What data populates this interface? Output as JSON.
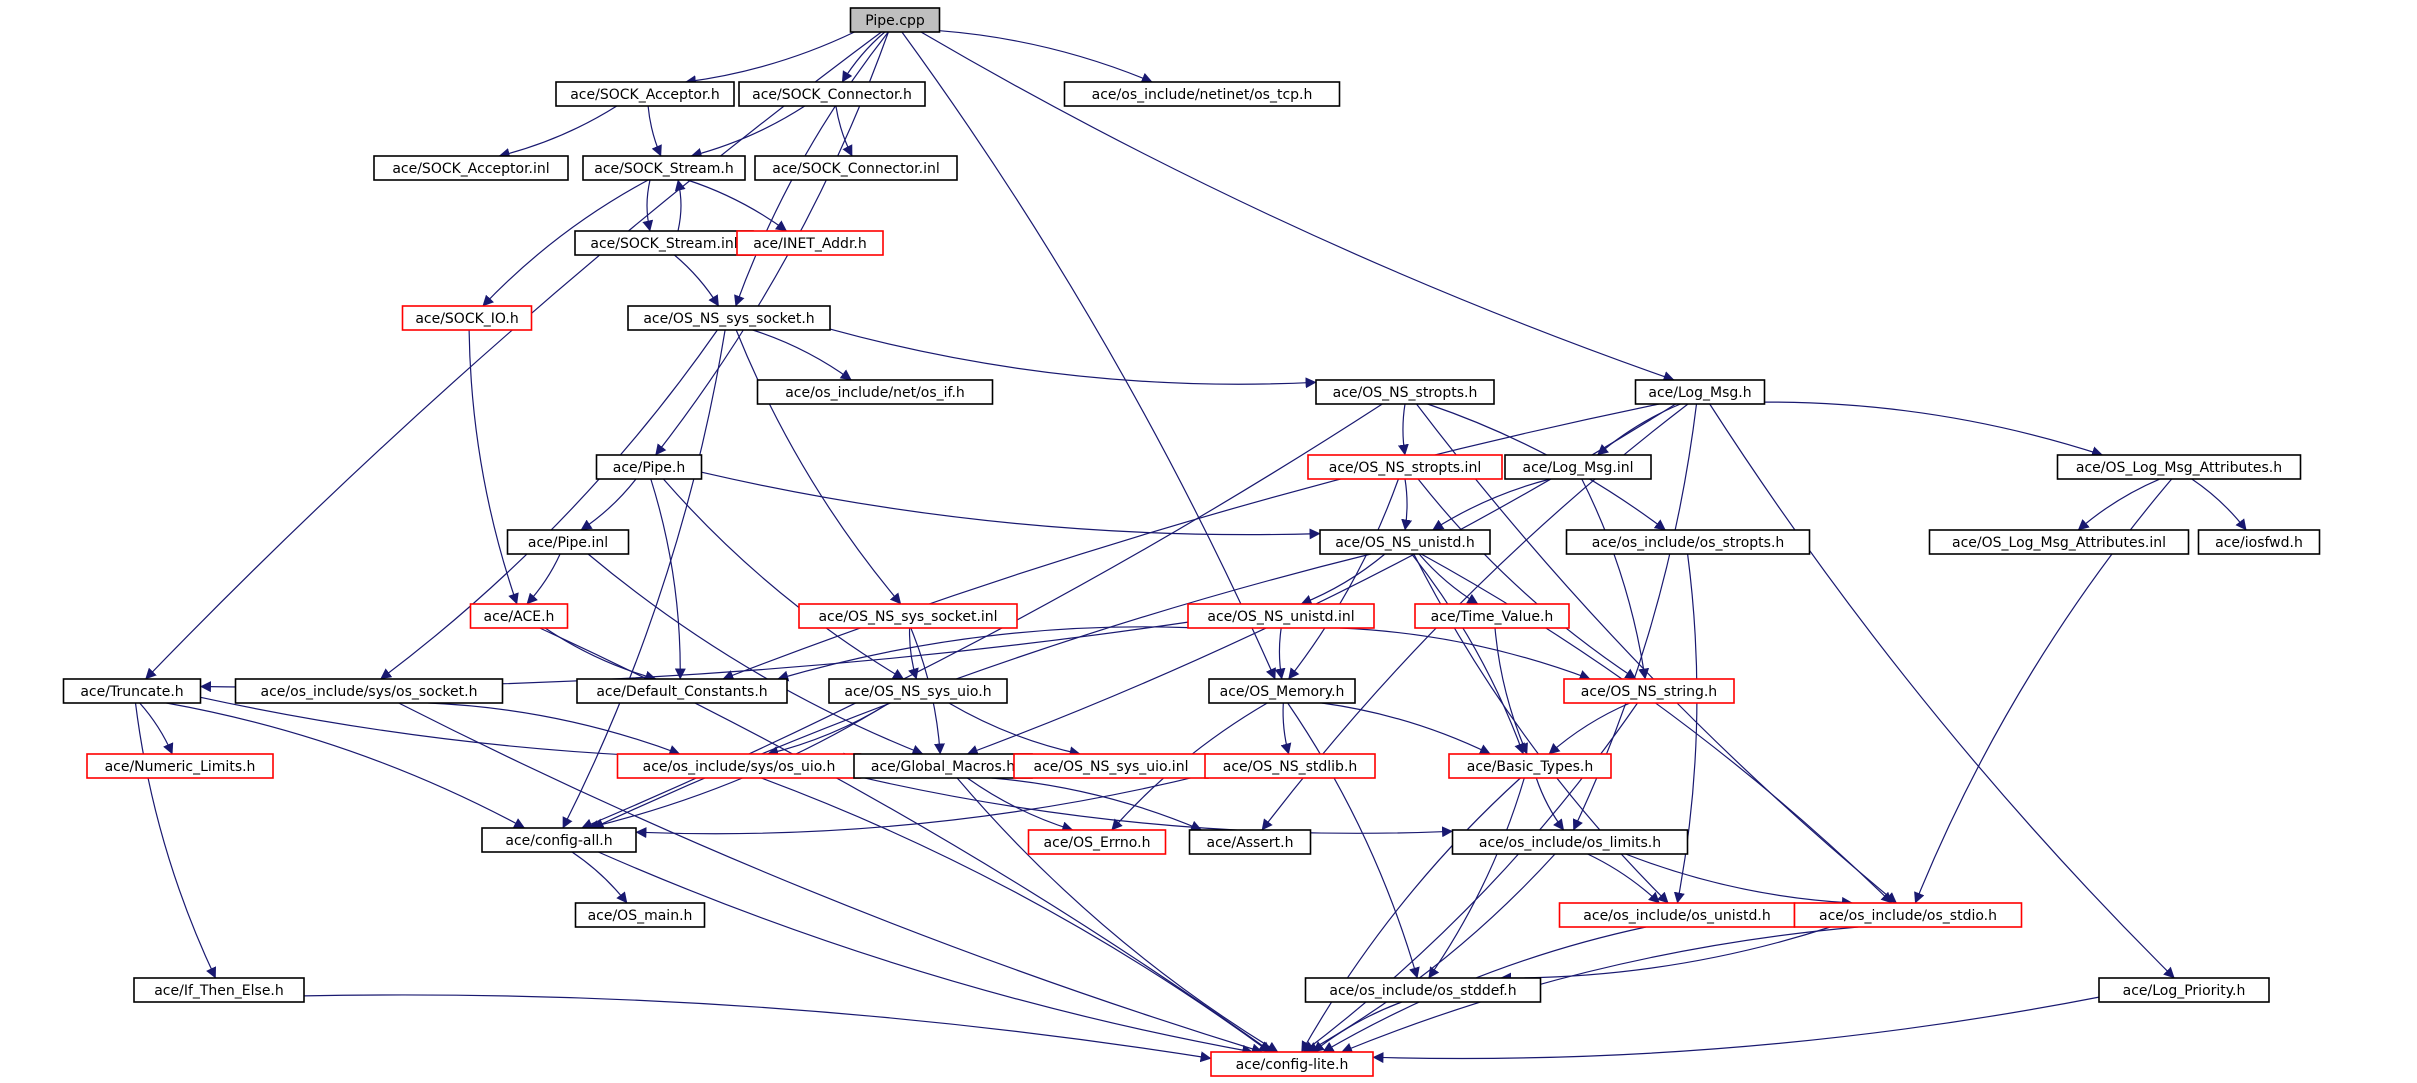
{
  "colors": {
    "edge": "#191970",
    "root_fill": "#bfbfbf",
    "root_border": "#000000",
    "node_fill": "#ffffff",
    "node_border": "#000000",
    "truncated_border": "#ff0000"
  },
  "nodes": [
    {
      "id": "pipe_cpp",
      "label": "Pipe.cpp",
      "kind": "root"
    },
    {
      "id": "sock_acceptor_h",
      "label": "ace/SOCK_Acceptor.h",
      "kind": "normal"
    },
    {
      "id": "sock_connector_h",
      "label": "ace/SOCK_Connector.h",
      "kind": "normal"
    },
    {
      "id": "os_tcp_h",
      "label": "ace/os_include/netinet/os_tcp.h",
      "kind": "normal"
    },
    {
      "id": "sock_acceptor_inl",
      "label": "ace/SOCK_Acceptor.inl",
      "kind": "normal"
    },
    {
      "id": "sock_stream_h",
      "label": "ace/SOCK_Stream.h",
      "kind": "normal"
    },
    {
      "id": "sock_connector_inl",
      "label": "ace/SOCK_Connector.inl",
      "kind": "normal"
    },
    {
      "id": "sock_stream_inl",
      "label": "ace/SOCK_Stream.inl",
      "kind": "normal"
    },
    {
      "id": "inet_addr_h",
      "label": "ace/INET_Addr.h",
      "kind": "truncated"
    },
    {
      "id": "sock_io_h",
      "label": "ace/SOCK_IO.h",
      "kind": "truncated"
    },
    {
      "id": "os_ns_sys_socket_h",
      "label": "ace/OS_NS_sys_socket.h",
      "kind": "normal"
    },
    {
      "id": "os_if_h",
      "label": "ace/os_include/net/os_if.h",
      "kind": "normal"
    },
    {
      "id": "os_ns_stropts_h",
      "label": "ace/OS_NS_stropts.h",
      "kind": "normal"
    },
    {
      "id": "log_msg_h",
      "label": "ace/Log_Msg.h",
      "kind": "normal"
    },
    {
      "id": "pipe_h",
      "label": "ace/Pipe.h",
      "kind": "normal"
    },
    {
      "id": "os_ns_stropts_inl",
      "label": "ace/OS_NS_stropts.inl",
      "kind": "truncated"
    },
    {
      "id": "log_msg_inl",
      "label": "ace/Log_Msg.inl",
      "kind": "normal"
    },
    {
      "id": "os_log_msg_attributes_h",
      "label": "ace/OS_Log_Msg_Attributes.h",
      "kind": "normal"
    },
    {
      "id": "pipe_inl",
      "label": "ace/Pipe.inl",
      "kind": "normal"
    },
    {
      "id": "os_ns_unistd_h",
      "label": "ace/OS_NS_unistd.h",
      "kind": "normal"
    },
    {
      "id": "os_stropts_h",
      "label": "ace/os_include/os_stropts.h",
      "kind": "normal"
    },
    {
      "id": "os_log_msg_attributes_inl",
      "label": "ace/OS_Log_Msg_Attributes.inl",
      "kind": "normal"
    },
    {
      "id": "iosfwd_h",
      "label": "ace/iosfwd.h",
      "kind": "normal"
    },
    {
      "id": "ace_h",
      "label": "ace/ACE.h",
      "kind": "truncated"
    },
    {
      "id": "os_ns_sys_socket_inl",
      "label": "ace/OS_NS_sys_socket.inl",
      "kind": "truncated"
    },
    {
      "id": "os_ns_unistd_inl",
      "label": "ace/OS_NS_unistd.inl",
      "kind": "truncated"
    },
    {
      "id": "time_value_h",
      "label": "ace/Time_Value.h",
      "kind": "truncated"
    },
    {
      "id": "truncate_h",
      "label": "ace/Truncate.h",
      "kind": "normal"
    },
    {
      "id": "os_socket_h",
      "label": "ace/os_include/sys/os_socket.h",
      "kind": "normal"
    },
    {
      "id": "default_constants_h",
      "label": "ace/Default_Constants.h",
      "kind": "normal"
    },
    {
      "id": "os_ns_sys_uio_h",
      "label": "ace/OS_NS_sys_uio.h",
      "kind": "normal"
    },
    {
      "id": "os_memory_h",
      "label": "ace/OS_Memory.h",
      "kind": "normal"
    },
    {
      "id": "os_ns_string_h",
      "label": "ace/OS_NS_string.h",
      "kind": "truncated"
    },
    {
      "id": "numeric_limits_h",
      "label": "ace/Numeric_Limits.h",
      "kind": "truncated"
    },
    {
      "id": "os_uio_h",
      "label": "ace/os_include/sys/os_uio.h",
      "kind": "truncated"
    },
    {
      "id": "global_macros_h",
      "label": "ace/Global_Macros.h",
      "kind": "normal"
    },
    {
      "id": "os_ns_sys_uio_inl",
      "label": "ace/OS_NS_sys_uio.inl",
      "kind": "truncated"
    },
    {
      "id": "os_ns_stdlib_h",
      "label": "ace/OS_NS_stdlib.h",
      "kind": "truncated"
    },
    {
      "id": "basic_types_h",
      "label": "ace/Basic_Types.h",
      "kind": "truncated"
    },
    {
      "id": "config_all_h",
      "label": "ace/config-all.h",
      "kind": "normal"
    },
    {
      "id": "os_errno_h",
      "label": "ace/OS_Errno.h",
      "kind": "truncated"
    },
    {
      "id": "assert_h",
      "label": "ace/Assert.h",
      "kind": "normal"
    },
    {
      "id": "os_limits_h",
      "label": "ace/os_include/os_limits.h",
      "kind": "normal"
    },
    {
      "id": "os_main_h",
      "label": "ace/OS_main.h",
      "kind": "normal"
    },
    {
      "id": "os_unistd_h",
      "label": "ace/os_include/os_unistd.h",
      "kind": "truncated"
    },
    {
      "id": "os_stdio_h",
      "label": "ace/os_include/os_stdio.h",
      "kind": "truncated"
    },
    {
      "id": "if_then_else_h",
      "label": "ace/If_Then_Else.h",
      "kind": "normal"
    },
    {
      "id": "os_stddef_h",
      "label": "ace/os_include/os_stddef.h",
      "kind": "normal"
    },
    {
      "id": "log_priority_h",
      "label": "ace/Log_Priority.h",
      "kind": "normal"
    },
    {
      "id": "config_lite_h",
      "label": "ace/config-lite.h",
      "kind": "truncated"
    }
  ],
  "edges": [
    [
      "pipe_cpp",
      "sock_acceptor_h"
    ],
    [
      "pipe_cpp",
      "sock_connector_h"
    ],
    [
      "pipe_cpp",
      "os_tcp_h"
    ],
    [
      "pipe_cpp",
      "os_ns_sys_socket_h"
    ],
    [
      "pipe_cpp",
      "pipe_h"
    ],
    [
      "pipe_cpp",
      "log_msg_h"
    ],
    [
      "pipe_cpp",
      "os_memory_h"
    ],
    [
      "pipe_cpp",
      "truncate_h"
    ],
    [
      "sock_acceptor_h",
      "sock_acceptor_inl"
    ],
    [
      "sock_acceptor_h",
      "sock_stream_h"
    ],
    [
      "sock_connector_h",
      "sock_stream_h"
    ],
    [
      "sock_connector_h",
      "sock_connector_inl"
    ],
    [
      "sock_stream_h",
      "sock_stream_inl"
    ],
    [
      "sock_stream_inl",
      "sock_stream_h"
    ],
    [
      "sock_stream_h",
      "inet_addr_h"
    ],
    [
      "sock_stream_h",
      "sock_io_h"
    ],
    [
      "sock_stream_inl",
      "os_ns_sys_socket_h"
    ],
    [
      "sock_io_h",
      "ace_h"
    ],
    [
      "os_ns_sys_socket_h",
      "os_if_h"
    ],
    [
      "os_ns_sys_socket_h",
      "os_ns_stropts_h"
    ],
    [
      "os_ns_sys_socket_h",
      "os_socket_h"
    ],
    [
      "os_ns_sys_socket_h",
      "os_ns_sys_socket_inl"
    ],
    [
      "os_ns_sys_socket_h",
      "config_all_h"
    ],
    [
      "os_ns_stropts_h",
      "os_ns_stropts_inl"
    ],
    [
      "os_ns_stropts_h",
      "os_stropts_h"
    ],
    [
      "os_ns_stropts_h",
      "os_stdio_h"
    ],
    [
      "os_ns_stropts_h",
      "config_all_h"
    ],
    [
      "log_msg_h",
      "log_msg_inl"
    ],
    [
      "log_msg_h",
      "os_log_msg_attributes_h"
    ],
    [
      "log_msg_h",
      "default_constants_h"
    ],
    [
      "log_msg_h",
      "global_macros_h"
    ],
    [
      "log_msg_h",
      "assert_h"
    ],
    [
      "log_msg_h",
      "os_limits_h"
    ],
    [
      "log_msg_h",
      "log_priority_h"
    ],
    [
      "pipe_h",
      "pipe_inl"
    ],
    [
      "pipe_h",
      "os_ns_unistd_h"
    ],
    [
      "pipe_h",
      "default_constants_h"
    ],
    [
      "pipe_h",
      "os_ns_sys_uio_h"
    ],
    [
      "os_ns_stropts_inl",
      "os_ns_unistd_h"
    ],
    [
      "os_ns_stropts_inl",
      "os_ns_string_h"
    ],
    [
      "os_ns_stropts_inl",
      "os_memory_h"
    ],
    [
      "log_msg_inl",
      "os_ns_unistd_h"
    ],
    [
      "log_msg_inl",
      "os_ns_string_h"
    ],
    [
      "os_log_msg_attributes_h",
      "os_log_msg_attributes_inl"
    ],
    [
      "os_log_msg_attributes_h",
      "iosfwd_h"
    ],
    [
      "os_log_msg_attributes_h",
      "os_stdio_h"
    ],
    [
      "pipe_inl",
      "ace_h"
    ],
    [
      "pipe_inl",
      "global_macros_h"
    ],
    [
      "os_ns_unistd_h",
      "os_ns_unistd_inl"
    ],
    [
      "os_ns_unistd_h",
      "time_value_h"
    ],
    [
      "os_ns_unistd_h",
      "basic_types_h"
    ],
    [
      "os_ns_unistd_h",
      "os_unistd_h"
    ],
    [
      "os_ns_unistd_h",
      "os_stdio_h"
    ],
    [
      "os_ns_unistd_h",
      "config_all_h"
    ],
    [
      "os_stropts_h",
      "os_unistd_h"
    ],
    [
      "ace_h",
      "default_constants_h"
    ],
    [
      "ace_h",
      "config_lite_h"
    ],
    [
      "os_ns_sys_socket_inl",
      "os_ns_sys_uio_h"
    ],
    [
      "os_ns_sys_socket_inl",
      "global_macros_h"
    ],
    [
      "os_ns_unistd_inl",
      "os_memory_h"
    ],
    [
      "os_ns_unistd_inl",
      "os_ns_string_h"
    ],
    [
      "os_ns_unistd_inl",
      "default_constants_h"
    ],
    [
      "os_ns_unistd_inl",
      "truncate_h"
    ],
    [
      "time_value_h",
      "basic_types_h"
    ],
    [
      "truncate_h",
      "numeric_limits_h"
    ],
    [
      "truncate_h",
      "if_then_else_h"
    ],
    [
      "truncate_h",
      "config_all_h"
    ],
    [
      "truncate_h",
      "global_macros_h"
    ],
    [
      "os_socket_h",
      "os_uio_h"
    ],
    [
      "os_socket_h",
      "config_lite_h"
    ],
    [
      "os_ns_sys_uio_h",
      "os_uio_h"
    ],
    [
      "os_ns_sys_uio_h",
      "os_ns_sys_uio_inl"
    ],
    [
      "os_ns_sys_uio_h",
      "config_all_h"
    ],
    [
      "os_memory_h",
      "os_ns_stdlib_h"
    ],
    [
      "os_memory_h",
      "basic_types_h"
    ],
    [
      "os_memory_h",
      "os_errno_h"
    ],
    [
      "os_memory_h",
      "os_stddef_h"
    ],
    [
      "os_ns_string_h",
      "basic_types_h"
    ],
    [
      "os_ns_string_h",
      "config_lite_h"
    ],
    [
      "os_uio_h",
      "os_limits_h"
    ],
    [
      "os_uio_h",
      "config_lite_h"
    ],
    [
      "global_macros_h",
      "os_errno_h"
    ],
    [
      "global_macros_h",
      "assert_h"
    ],
    [
      "global_macros_h",
      "config_lite_h"
    ],
    [
      "os_ns_stdlib_h",
      "config_all_h"
    ],
    [
      "basic_types_h",
      "os_limits_h"
    ],
    [
      "basic_types_h",
      "os_stddef_h"
    ],
    [
      "basic_types_h",
      "config_lite_h"
    ],
    [
      "config_all_h",
      "os_main_h"
    ],
    [
      "config_all_h",
      "config_lite_h"
    ],
    [
      "os_limits_h",
      "os_unistd_h"
    ],
    [
      "os_limits_h",
      "os_stdio_h"
    ],
    [
      "os_limits_h",
      "config_lite_h"
    ],
    [
      "os_unistd_h",
      "config_lite_h"
    ],
    [
      "os_stdio_h",
      "os_stddef_h"
    ],
    [
      "os_stdio_h",
      "config_lite_h"
    ],
    [
      "if_then_else_h",
      "config_lite_h"
    ],
    [
      "os_stddef_h",
      "config_lite_h"
    ],
    [
      "log_priority_h",
      "config_lite_h"
    ]
  ]
}
